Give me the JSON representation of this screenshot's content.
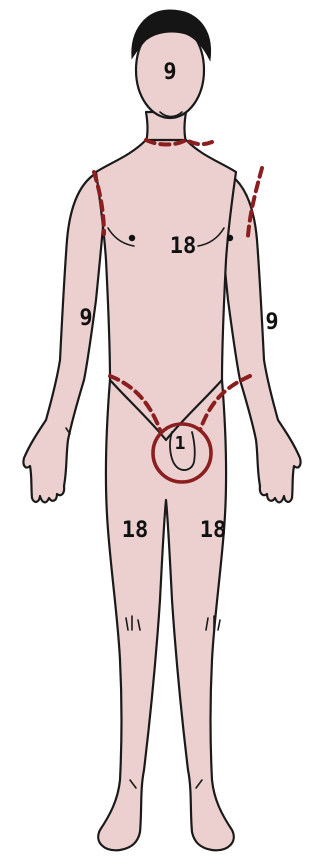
{
  "colors": {
    "skin": "#ecd0d0",
    "outline": "#1a1a1a",
    "hair": "#151515",
    "boundary": "#8b1e1e",
    "background": "#ffffff"
  },
  "regions": {
    "head": "9",
    "trunk_front": "18",
    "right_arm": "9",
    "left_arm": "9",
    "genitals": "1",
    "right_leg": "18",
    "left_leg": "18"
  }
}
